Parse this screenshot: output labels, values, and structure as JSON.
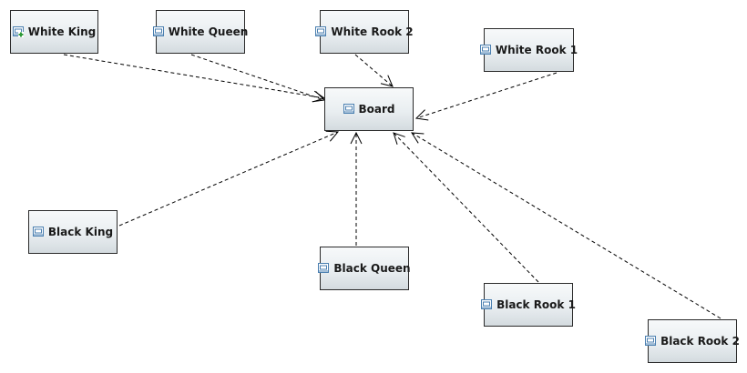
{
  "diagram": {
    "nodes": [
      {
        "id": "white-king",
        "label": "White King",
        "icon": "component-add-icon"
      },
      {
        "id": "white-queen",
        "label": "White Queen",
        "icon": "component-icon"
      },
      {
        "id": "white-rook-2",
        "label": "White Rook 2",
        "icon": "component-icon"
      },
      {
        "id": "white-rook-1",
        "label": "White Rook 1",
        "icon": "component-icon"
      },
      {
        "id": "board",
        "label": "Board",
        "icon": "component-icon"
      },
      {
        "id": "black-king",
        "label": "Black King",
        "icon": "component-icon"
      },
      {
        "id": "black-queen",
        "label": "Black Queen",
        "icon": "component-icon"
      },
      {
        "id": "black-rook-1",
        "label": "Black Rook 1",
        "icon": "component-icon"
      },
      {
        "id": "black-rook-2",
        "label": "Black Rook 2",
        "icon": "component-icon"
      }
    ],
    "edges": [
      {
        "from": "white-king",
        "to": "board",
        "style": "dashed",
        "arrow": "open"
      },
      {
        "from": "white-queen",
        "to": "board",
        "style": "dashed",
        "arrow": "open"
      },
      {
        "from": "white-rook-2",
        "to": "board",
        "style": "dashed",
        "arrow": "open"
      },
      {
        "from": "white-rook-1",
        "to": "board",
        "style": "dashed",
        "arrow": "open"
      },
      {
        "from": "black-king",
        "to": "board",
        "style": "dashed",
        "arrow": "open"
      },
      {
        "from": "black-queen",
        "to": "board",
        "style": "dashed",
        "arrow": "open"
      },
      {
        "from": "black-rook-1",
        "to": "board",
        "style": "dashed",
        "arrow": "open"
      },
      {
        "from": "black-rook-2",
        "to": "board",
        "style": "dashed",
        "arrow": "open"
      }
    ]
  },
  "colors": {
    "node_border": "#2a2a2a",
    "node_fill_top": "#f7f9fa",
    "node_fill_bottom": "#d4dbdf",
    "edge": "#000000",
    "icon_blue": "#4a7fb0",
    "icon_green": "#2e9a3a"
  }
}
